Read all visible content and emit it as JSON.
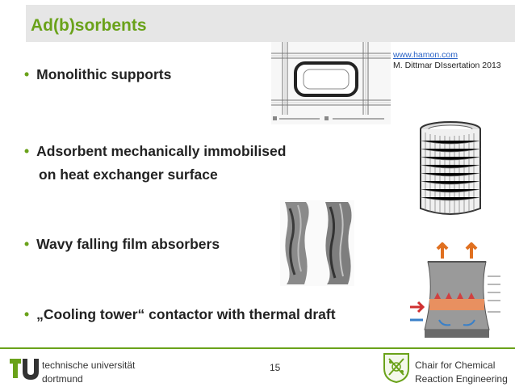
{
  "slide": {
    "title": "Ad(b)sorbents",
    "page_number": "15"
  },
  "source": {
    "link": "www.hamon.com",
    "citation": "M. Dittmar DIssertation 2013"
  },
  "bullets": [
    {
      "marker": "•",
      "text": "Monolithic supports"
    },
    {
      "marker": "•",
      "text": "Adsorbent mechanically immobilised",
      "cont": "on heat exchanger surface"
    },
    {
      "marker": "•",
      "text": "Wavy falling film absorbers"
    },
    {
      "marker": "•",
      "text": "„Cooling tower“ contactor with thermal draft"
    }
  ],
  "footer": {
    "university_line1": "technische universität",
    "university_line2": "dortmund",
    "chair_line1": "Chair for Chemical",
    "chair_line2": "Reaction Engineering"
  },
  "colors": {
    "accent": "#6aa21a",
    "title_bar": "#e6e6e6",
    "link": "#2a63c6"
  }
}
